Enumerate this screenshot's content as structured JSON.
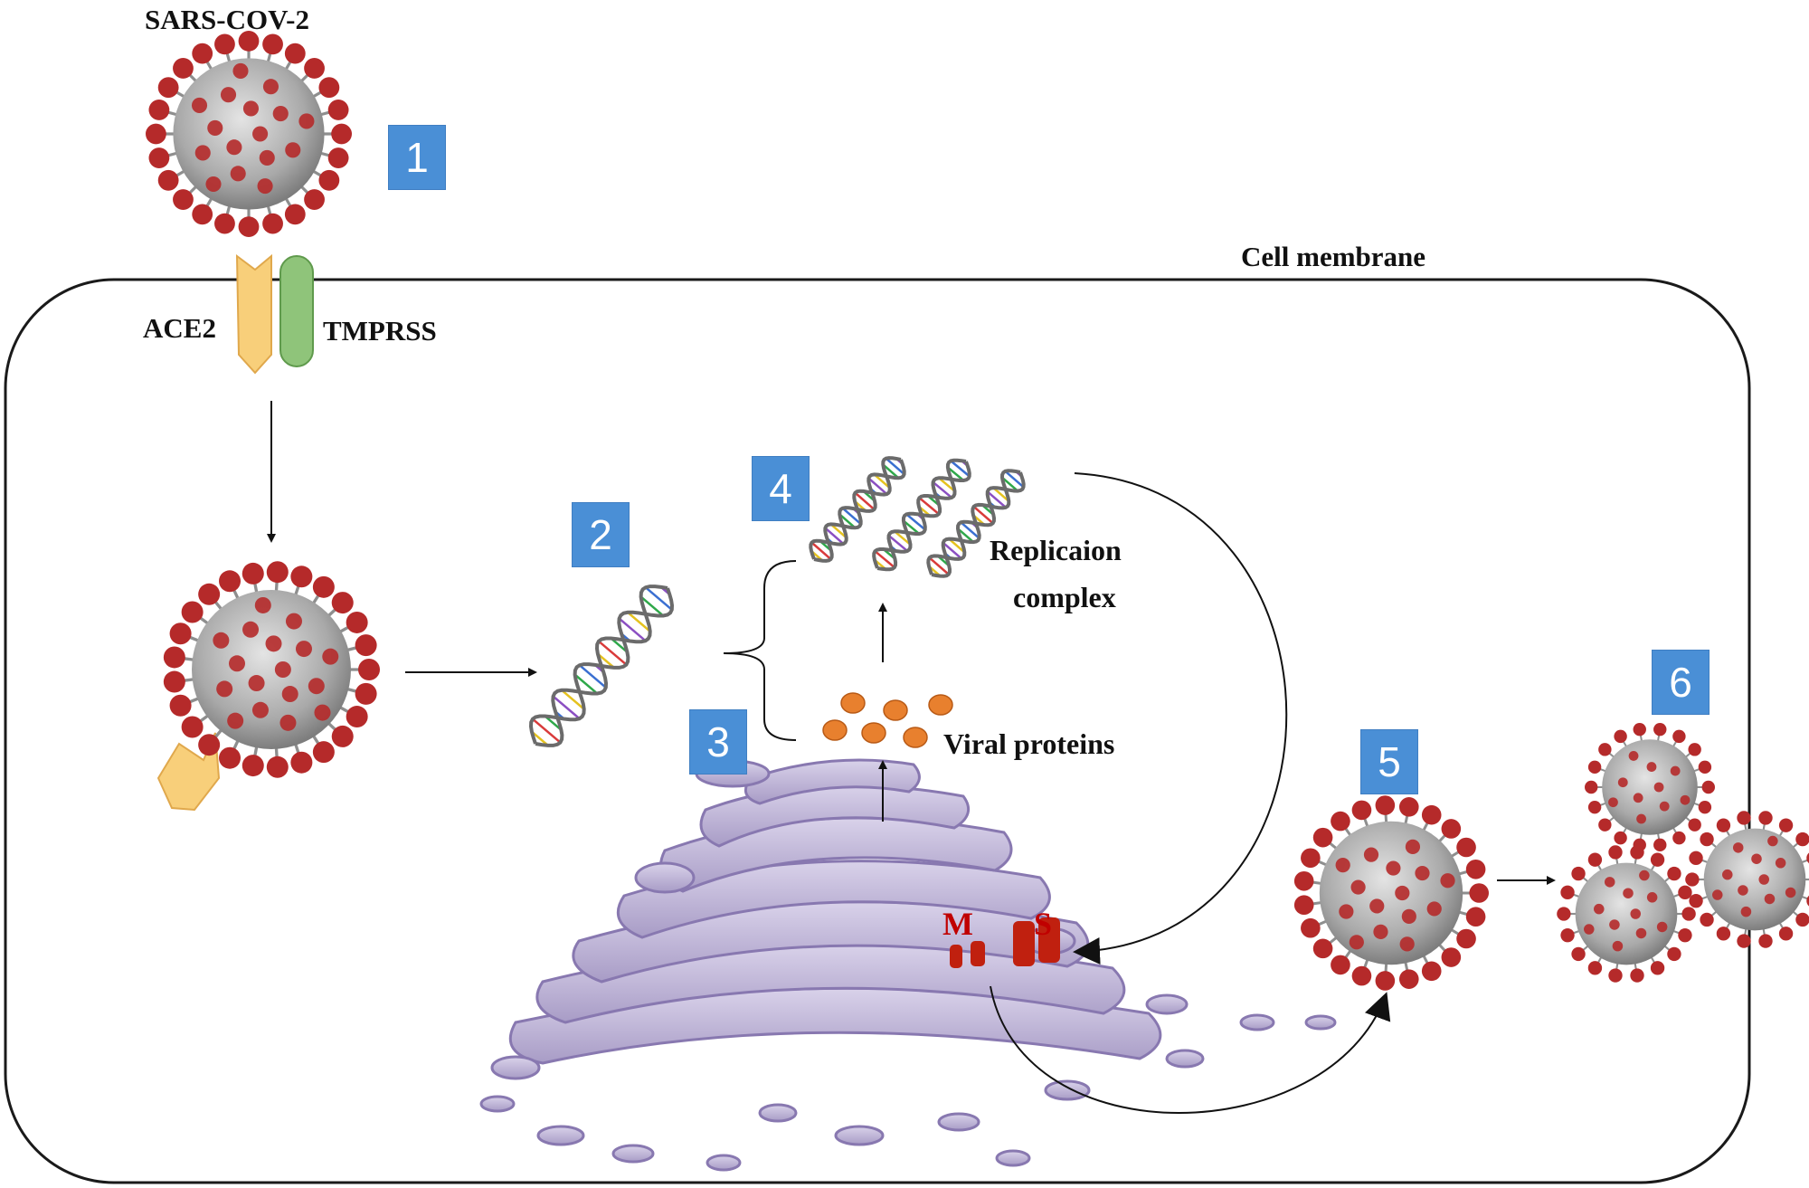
{
  "title": "SARS-COV-2",
  "labels": {
    "cell_membrane": "Cell membrane",
    "ace2": "ACE2",
    "tmprss": "TMPRSS",
    "replication_line1": "Replicaion",
    "replication_line2": "complex",
    "viral_proteins": "Viral proteins",
    "protein_m": "M",
    "protein_s": "S"
  },
  "steps": [
    "1",
    "2",
    "3",
    "4",
    "5",
    "6"
  ],
  "colors": {
    "step_box": "#4a8fd6",
    "spike": "#b52a2a",
    "virus_body": "#b8b8b8",
    "ace2": "#f8cf7a",
    "tmprss": "#8fc47a",
    "golgi": "#b5a9cf",
    "viral_protein_dot": "#e8802e",
    "membrane_protein": "#c0200f"
  }
}
